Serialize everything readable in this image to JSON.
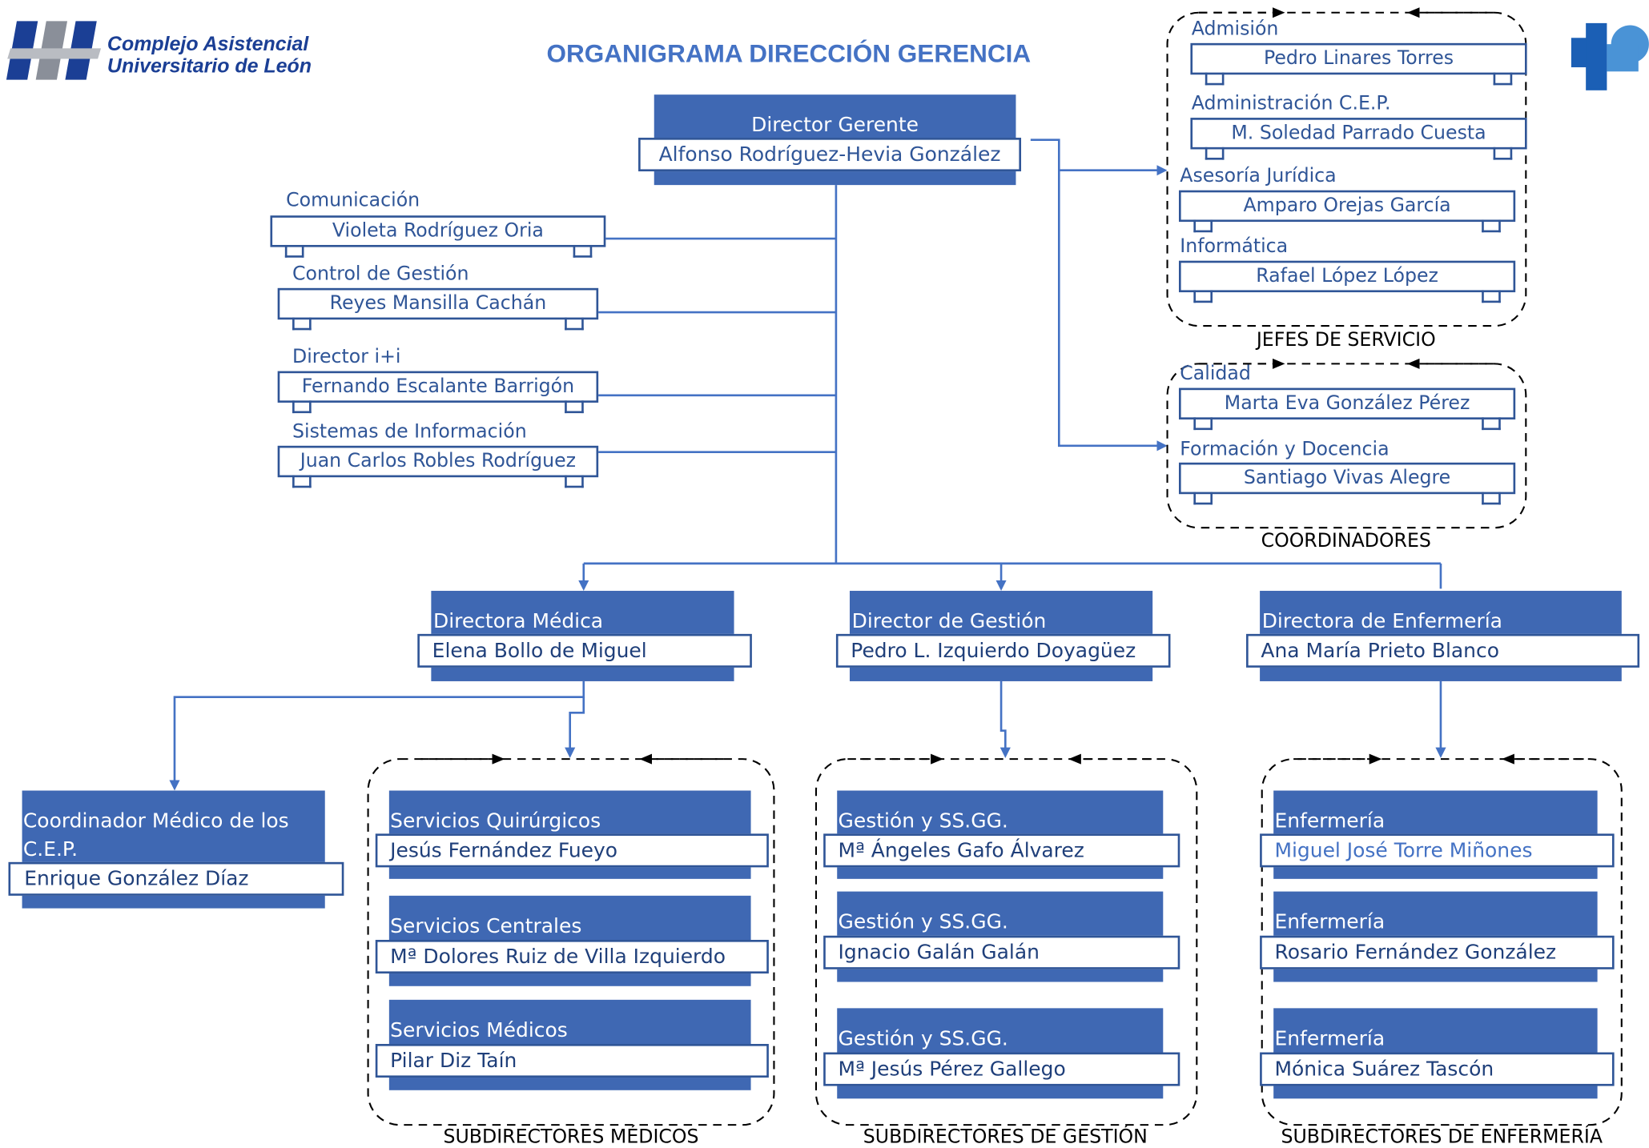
{
  "header": {
    "org_name_line1": "Complejo Asistencial",
    "org_name_line2": "Universitario de León",
    "title": "ORGANIGRAMA DIRECCIÓN GERENCIA"
  },
  "director_general": {
    "role": "Director Gerente",
    "name": "Alfonso Rodríguez-Hevia González"
  },
  "staff_units": [
    {
      "label": "Comunicación",
      "name": "Violeta Rodríguez Oria"
    },
    {
      "label": "Control de Gestión",
      "name": "Reyes Mansilla Cachán"
    },
    {
      "label": "Director i+i",
      "name": "Fernando Escalante Barrigón"
    },
    {
      "label": "Sistemas de Información",
      "name": "Juan Carlos Robles Rodríguez"
    }
  ],
  "jefes_de_servicio": {
    "caption": "JEFES DE SERVICIO",
    "items": [
      {
        "label": "Admisión",
        "name": "Pedro Linares Torres"
      },
      {
        "label": "Administración C.E.P.",
        "name": "M. Soledad Parrado Cuesta"
      },
      {
        "label": "Asesoría Jurídica",
        "name": "Amparo Orejas García"
      },
      {
        "label": "Informática",
        "name": "Rafael López López"
      }
    ]
  },
  "coordinadores": {
    "caption": "COORDINADORES",
    "items": [
      {
        "label": "Calidad",
        "name": "Marta Eva González Pérez"
      },
      {
        "label": "Formación y Docencia",
        "name": "Santiago Vivas Alegre"
      }
    ]
  },
  "directions": [
    {
      "role": "Directora Médica",
      "name": "Elena Bollo de Miguel"
    },
    {
      "role": "Director de Gestión",
      "name": "Pedro L. Izquierdo Doyagüez"
    },
    {
      "role": "Directora de Enfermería",
      "name": "Ana María Prieto Blanco"
    }
  ],
  "coordinador_cep": {
    "role_line1": "Coordinador Médico de los",
    "role_line2": "C.E.P.",
    "name": "Enrique González Díaz"
  },
  "subdirectores_medicos": {
    "caption": "SUBDIRECTORES MÉDICOS",
    "items": [
      {
        "role": "Servicios Quirúrgicos",
        "name": "Jesús Fernández Fueyo"
      },
      {
        "role": "Servicios Centrales",
        "name": "Mª Dolores Ruiz de Villa Izquierdo"
      },
      {
        "role": "Servicios Médicos",
        "name": "Pilar Diz Taín"
      }
    ]
  },
  "subdirectores_gestion": {
    "caption": "SUBDIRECTORES DE GESTIÓN",
    "items": [
      {
        "role": "Gestión y SS.GG.",
        "name": "Mª Ángeles Gafo Álvarez"
      },
      {
        "role": "Gestión y SS.GG.",
        "name": "Ignacio Galán Galán"
      },
      {
        "role": "Gestión y SS.GG.",
        "name": "Mª Jesús Pérez Gallego"
      }
    ]
  },
  "subdirectores_enfermeria": {
    "caption": "SUBDIRECTORES DE ENFERMERÍA",
    "items": [
      {
        "role": "Enfermería",
        "name": "Miguel José Torre Miñones"
      },
      {
        "role": "Enfermería",
        "name": "Rosario Fernández González"
      },
      {
        "role": "Enfermería",
        "name": "Mónica Suárez Tascón"
      }
    ]
  },
  "colors": {
    "accent": "#4472c4",
    "card_fill": "#3f68b3",
    "text_blue": "#2f5597",
    "logo_blue": "#1b3f95"
  }
}
